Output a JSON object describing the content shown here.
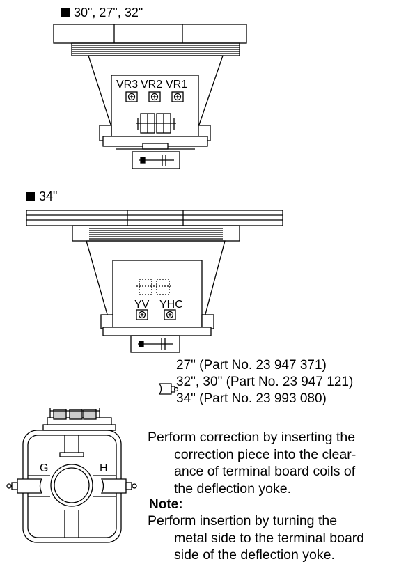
{
  "section_a": {
    "label": "30\", 27\", 32\"",
    "pots": [
      "VR3",
      "VR2",
      "VR1"
    ]
  },
  "section_b": {
    "label": "34\"",
    "pots": [
      "YV",
      "YHC"
    ]
  },
  "parts": [
    "27\" (Part No. 23 947 371)",
    "32\", 30\" (Part No. 23 947 121)",
    "34\" (Part No. 23 993 080)"
  ],
  "yoke_labels": {
    "left": "G",
    "right": "H"
  },
  "instruction": {
    "first": "Perform correction by inserting the",
    "rest": [
      "correction piece into the clear-",
      "ance of terminal board coils of",
      "the deflection yoke."
    ]
  },
  "note": {
    "title": "Note:",
    "first": "Perform insertion by turning the",
    "rest": [
      "metal side to the terminal board",
      "side of the deflection yoke."
    ]
  }
}
